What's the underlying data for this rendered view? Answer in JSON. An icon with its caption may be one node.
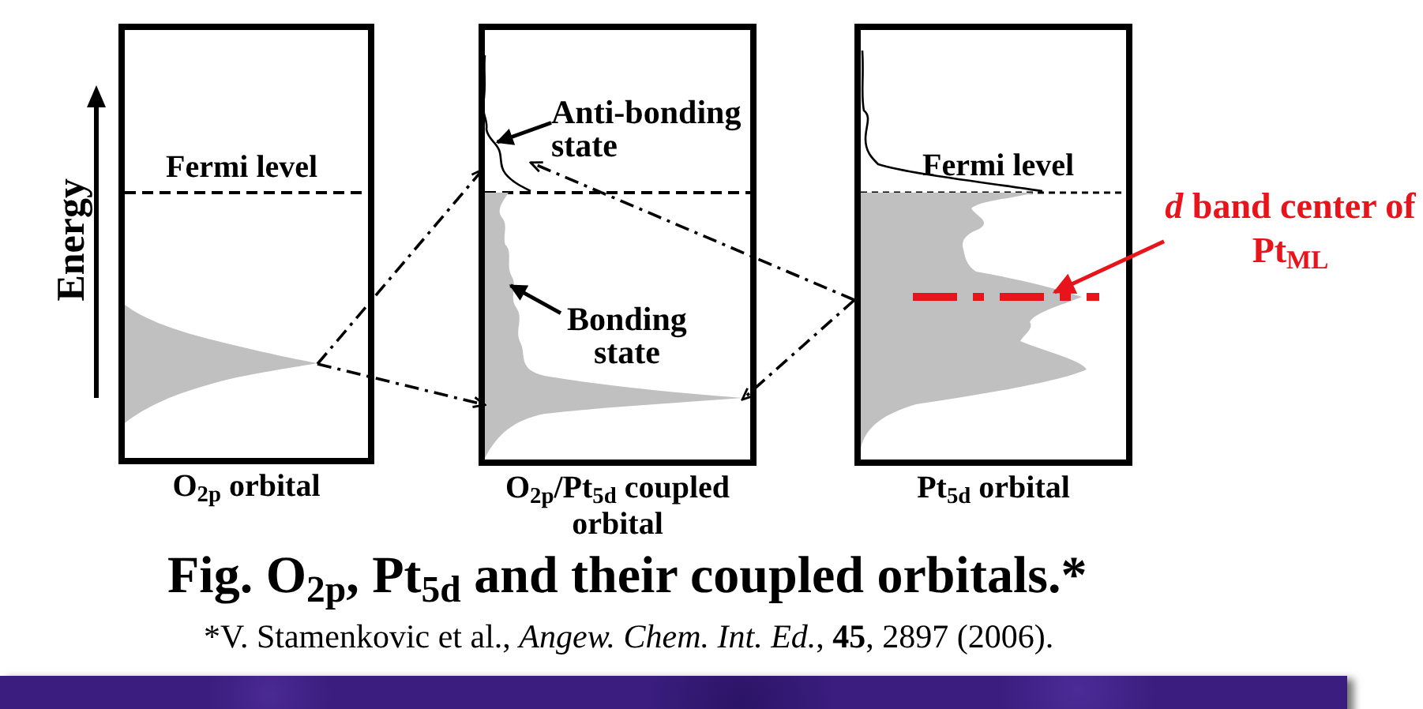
{
  "diagram": {
    "caption": "Fig. O$_{2p}$, Pt$_{5d}$ and their coupled orbitals.*",
    "nodes": [
      {
        "text": [
          "Fermi level",
          "O$_{2p}$ orbital"
        ]
      },
      {
        "text": [],
        "shape": "picture",
        "in": 0
      },
      {
        "text": [
          "O$_{2p}$/Pt$_{5d}$ coupled orbital"
        ]
      },
      {
        "text": [
          "Anti-bonding state"
        ],
        "in": 2
      },
      {
        "text": [],
        "shape": "picture",
        "in": 2
      },
      {
        "text": [
          "Bonding state"
        ],
        "in": 2
      },
      {
        "text": [],
        "shape": "picture",
        "in": 2
      },
      {
        "text": [
          "Fermi level",
          "Pt$_{5d}$ orbital"
        ]
      },
      {
        "text": [],
        "shape": "picture",
        "in": 7
      },
      {
        "text": [],
        "shape": "line",
        "in": 7
      },
      {
        "text": [
          "*d* band center of Pt$_{ML}$"
        ]
      }
    ],
    "edges": [
      {
        "from": 1,
        "to": 4,
        "arrow": "to",
        "style": "dashed"
      },
      {
        "from": 1,
        "to": 6,
        "arrow": "to",
        "style": "dashed"
      },
      {
        "from": 7,
        "to": 4,
        "arrow": "to",
        "style": "dashed"
      },
      {
        "from": 7,
        "to": 6,
        "arrow": "to",
        "style": "dashed"
      },
      {
        "from": 3,
        "to": 4,
        "arrow": "to"
      },
      {
        "from": 5,
        "to": 6,
        "arrow": "to"
      },
      {
        "from": 10,
        "to": 9,
        "arrow": "to",
        "color": "#e8141c"
      }
    ],
    "labels": [
      "Energy",
      "*V. Stamenkovic et al., *Angew. Chem. Int. Ed.*, **45**, 2897 (2006)."
    ]
  }
}
